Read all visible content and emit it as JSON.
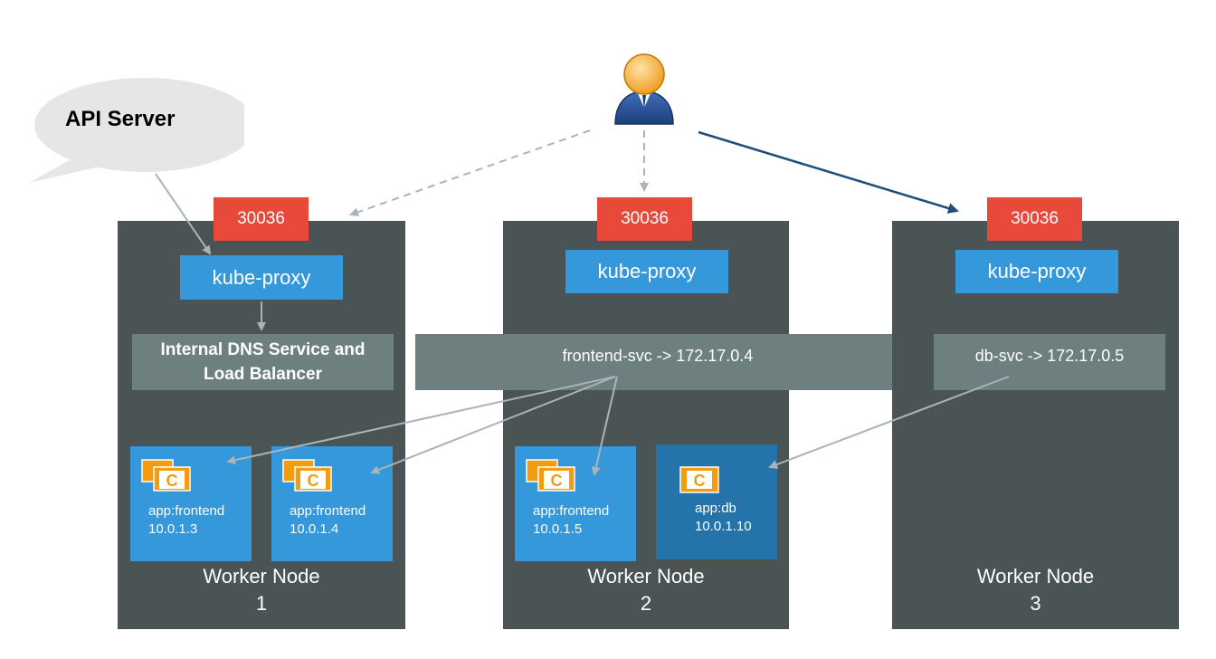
{
  "api_server": {
    "label": "API Server"
  },
  "nodes": [
    {
      "port": "30036",
      "proxy": "kube-proxy",
      "service": "Internal DNS Service and Load Balancer",
      "label_line1": "Worker Node",
      "label_line2": "1",
      "pods": [
        {
          "app": "app:frontend",
          "ip": "10.0.1.3"
        },
        {
          "app": "app:frontend",
          "ip": "10.0.1.4"
        }
      ]
    },
    {
      "port": "30036",
      "proxy": "kube-proxy",
      "service": "frontend-svc -> 172.17.0.4",
      "label_line1": "Worker Node",
      "label_line2": "2",
      "pods": [
        {
          "app": "app:frontend",
          "ip": "10.0.1.5"
        },
        {
          "app": "app:db",
          "ip": "10.0.1.10"
        }
      ]
    },
    {
      "port": "30036",
      "proxy": "kube-proxy",
      "service": "db-svc -> 172.17.0.5",
      "label_line1": "Worker Node",
      "label_line2": "3",
      "pods": []
    }
  ],
  "container_icon_letter": "C",
  "colors": {
    "node": "#4b5455",
    "port": "#e8493b",
    "proxy": "#3498db",
    "service_bar": "#6d7f7e",
    "pod": "#3498db",
    "pod_db": "#2473ab",
    "container": "#f39c12",
    "arrow_gray": "#aab4b8",
    "arrow_dark": "#1f4e79"
  }
}
